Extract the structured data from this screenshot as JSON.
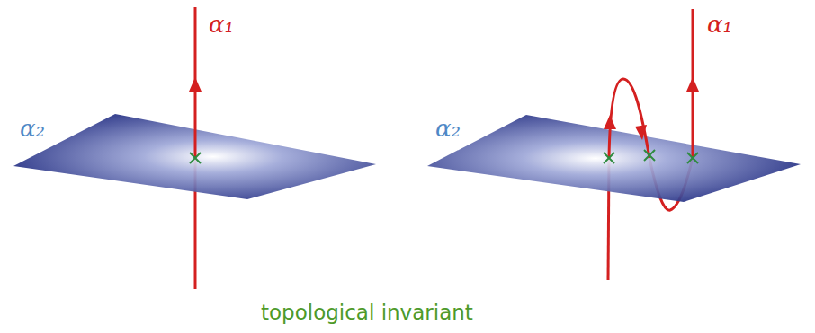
{
  "diagram": {
    "caption": "topological invariant",
    "labels": [
      "α₁",
      "α₂",
      "α₂",
      "α₁"
    ]
  }
}
